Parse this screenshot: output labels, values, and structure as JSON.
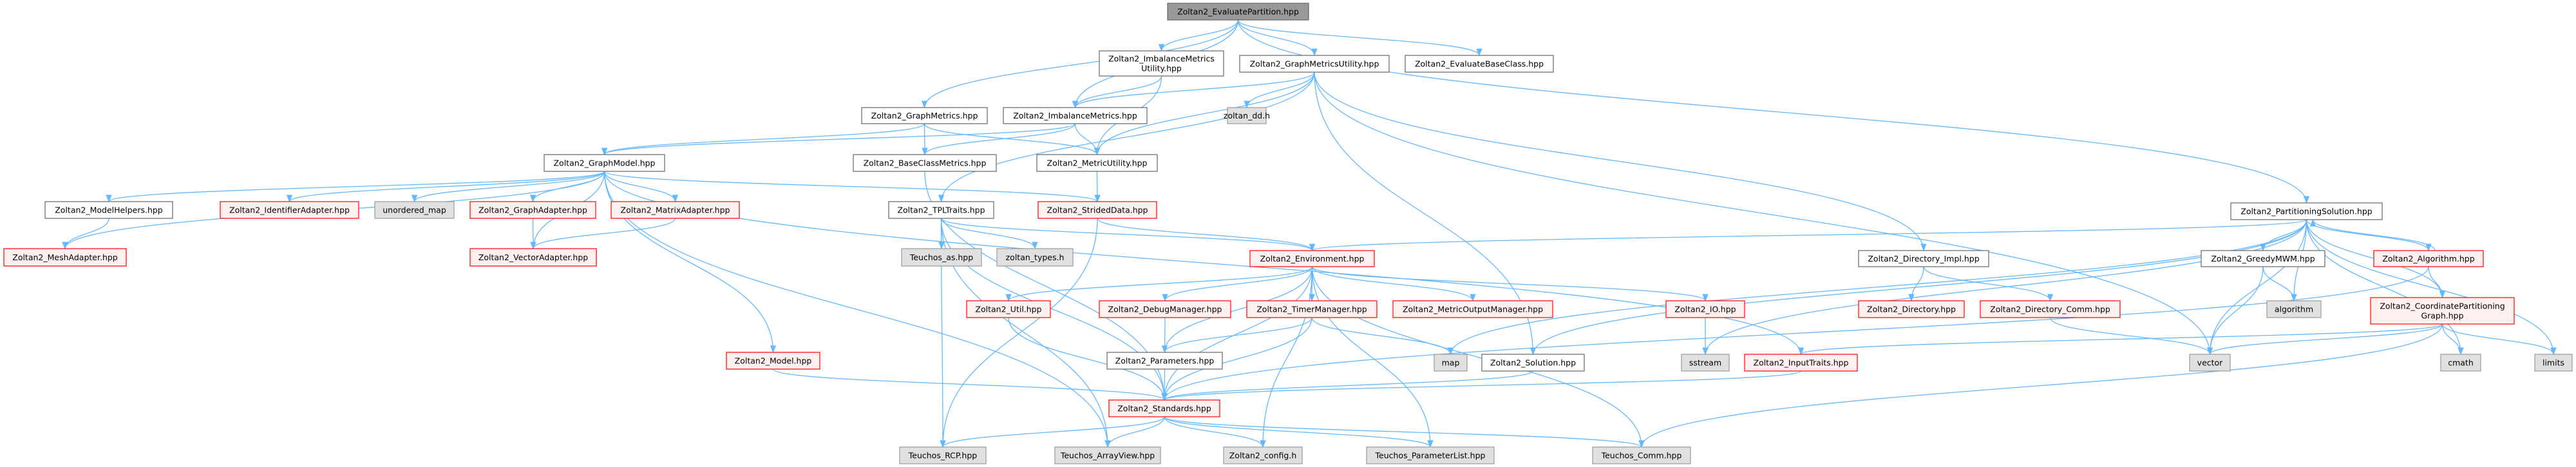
{
  "title": "Zoltan2_EvaluatePartition.hpp",
  "colors": {
    "edge": "#63b8ff",
    "red_border": "#ff0000",
    "gray_fill": "#e0e0e0",
    "root_fill": "#999999"
  },
  "nodes": {
    "root": {
      "label": [
        "Zoltan2_EvaluatePartition.hpp"
      ],
      "kind": "root"
    },
    "imu": {
      "label": [
        "Zoltan2_ImbalanceMetrics",
        "Utility.hpp"
      ],
      "kind": "normal"
    },
    "gmu": {
      "label": [
        "Zoltan2_GraphMetricsUtility.hpp"
      ],
      "kind": "normal"
    },
    "ebc": {
      "label": [
        "Zoltan2_EvaluateBaseClass.hpp"
      ],
      "kind": "normal"
    },
    "gm": {
      "label": [
        "Zoltan2_GraphMetrics.hpp"
      ],
      "kind": "normal"
    },
    "im": {
      "label": [
        "Zoltan2_ImbalanceMetrics.hpp"
      ],
      "kind": "normal"
    },
    "dd": {
      "label": [
        "zoltan_dd.h"
      ],
      "kind": "gray"
    },
    "gmod": {
      "label": [
        "Zoltan2_GraphModel.hpp"
      ],
      "kind": "normal"
    },
    "bcm": {
      "label": [
        "Zoltan2_BaseClassMetrics.hpp"
      ],
      "kind": "normal"
    },
    "mu": {
      "label": [
        "Zoltan2_MetricUtility.hpp"
      ],
      "kind": "normal"
    },
    "ps": {
      "label": [
        "Zoltan2_PartitioningSolution.hpp"
      ],
      "kind": "normal"
    },
    "mh": {
      "label": [
        "Zoltan2_ModelHelpers.hpp"
      ],
      "kind": "normal"
    },
    "ia": {
      "label": [
        "Zoltan2_IdentifierAdapter.hpp"
      ],
      "kind": "red"
    },
    "um": {
      "label": [
        "unordered_map"
      ],
      "kind": "gray"
    },
    "ga": {
      "label": [
        "Zoltan2_GraphAdapter.hpp"
      ],
      "kind": "red"
    },
    "ma": {
      "label": [
        "Zoltan2_MatrixAdapter.hpp"
      ],
      "kind": "red"
    },
    "tpl": {
      "label": [
        "Zoltan2_TPLTraits.hpp"
      ],
      "kind": "normal"
    },
    "sd": {
      "label": [
        "Zoltan2_StridedData.hpp"
      ],
      "kind": "red"
    },
    "mesh": {
      "label": [
        "Zoltan2_MeshAdapter.hpp"
      ],
      "kind": "red"
    },
    "va": {
      "label": [
        "Zoltan2_VectorAdapter.hpp"
      ],
      "kind": "red"
    },
    "tas": {
      "label": [
        "Teuchos_as.hpp"
      ],
      "kind": "gray"
    },
    "zt": {
      "label": [
        "zoltan_types.h"
      ],
      "kind": "gray"
    },
    "env": {
      "label": [
        "Zoltan2_Environment.hpp"
      ],
      "kind": "red"
    },
    "dimpl": {
      "label": [
        "Zoltan2_Directory_Impl.hpp"
      ],
      "kind": "normal"
    },
    "gmwm": {
      "label": [
        "Zoltan2_GreedyMWM.hpp"
      ],
      "kind": "normal"
    },
    "alg": {
      "label": [
        "Zoltan2_Algorithm.hpp"
      ],
      "kind": "red"
    },
    "util": {
      "label": [
        "Zoltan2_Util.hpp"
      ],
      "kind": "red"
    },
    "dbg": {
      "label": [
        "Zoltan2_DebugManager.hpp"
      ],
      "kind": "red"
    },
    "tm": {
      "label": [
        "Zoltan2_TimerManager.hpp"
      ],
      "kind": "red"
    },
    "mom": {
      "label": [
        "Zoltan2_MetricOutputManager.hpp"
      ],
      "kind": "red"
    },
    "io": {
      "label": [
        "Zoltan2_IO.hpp"
      ],
      "kind": "red"
    },
    "dir": {
      "label": [
        "Zoltan2_Directory.hpp"
      ],
      "kind": "red"
    },
    "dcomm": {
      "label": [
        "Zoltan2_Directory_Comm.hpp"
      ],
      "kind": "red"
    },
    "algo": {
      "label": [
        "algorithm"
      ],
      "kind": "gray"
    },
    "cpg": {
      "label": [
        "Zoltan2_CoordinatePartitioning",
        "Graph.hpp"
      ],
      "kind": "red"
    },
    "model": {
      "label": [
        "Zoltan2_Model.hpp"
      ],
      "kind": "red"
    },
    "params": {
      "label": [
        "Zoltan2_Parameters.hpp"
      ],
      "kind": "normal"
    },
    "map": {
      "label": [
        "map"
      ],
      "kind": "gray"
    },
    "sol": {
      "label": [
        "Zoltan2_Solution.hpp"
      ],
      "kind": "normal"
    },
    "ss": {
      "label": [
        "sstream"
      ],
      "kind": "gray"
    },
    "it": {
      "label": [
        "Zoltan2_InputTraits.hpp"
      ],
      "kind": "red"
    },
    "vec": {
      "label": [
        "vector"
      ],
      "kind": "gray"
    },
    "cmath": {
      "label": [
        "cmath"
      ],
      "kind": "gray"
    },
    "limits": {
      "label": [
        "limits"
      ],
      "kind": "gray"
    },
    "std": {
      "label": [
        "Zoltan2_Standards.hpp"
      ],
      "kind": "red"
    },
    "rcp": {
      "label": [
        "Teuchos_RCP.hpp"
      ],
      "kind": "gray"
    },
    "av": {
      "label": [
        "Teuchos_ArrayView.hpp"
      ],
      "kind": "gray"
    },
    "cfg": {
      "label": [
        "Zoltan2_config.h"
      ],
      "kind": "gray"
    },
    "pl": {
      "label": [
        "Teuchos_ParameterList.hpp"
      ],
      "kind": "gray"
    },
    "comm": {
      "label": [
        "Teuchos_Comm.hpp"
      ],
      "kind": "gray"
    }
  },
  "edges": [
    [
      "root",
      "gm"
    ],
    [
      "root",
      "im"
    ],
    [
      "root",
      "imu"
    ],
    [
      "root",
      "gmu"
    ],
    [
      "root",
      "ebc"
    ],
    [
      "root",
      "ps"
    ],
    [
      "imu",
      "im"
    ],
    [
      "imu",
      "mu"
    ],
    [
      "gmu",
      "im"
    ],
    [
      "gmu",
      "dd"
    ],
    [
      "gmu",
      "mu"
    ],
    [
      "gmu",
      "tpl"
    ],
    [
      "gmu",
      "dimpl"
    ],
    [
      "gmu",
      "vec"
    ],
    [
      "gmu",
      "sol"
    ],
    [
      "gm",
      "gmod"
    ],
    [
      "gm",
      "bcm"
    ],
    [
      "gm",
      "mu"
    ],
    [
      "im",
      "gmod"
    ],
    [
      "im",
      "bcm"
    ],
    [
      "im",
      "mu"
    ],
    [
      "gmod",
      "mesh"
    ],
    [
      "gmod",
      "mh"
    ],
    [
      "gmod",
      "ia"
    ],
    [
      "gmod",
      "um"
    ],
    [
      "gmod",
      "ga"
    ],
    [
      "gmod",
      "va"
    ],
    [
      "gmod",
      "ma"
    ],
    [
      "gmod",
      "model"
    ],
    [
      "gmod",
      "sd"
    ],
    [
      "gmod",
      "it"
    ],
    [
      "gmod",
      "av"
    ],
    [
      "mh",
      "mesh"
    ],
    [
      "ga",
      "va"
    ],
    [
      "ma",
      "va"
    ],
    [
      "bcm",
      "std"
    ],
    [
      "mu",
      "sd"
    ],
    [
      "tpl",
      "tas"
    ],
    [
      "tpl",
      "zt"
    ],
    [
      "tpl",
      "env"
    ],
    [
      "tpl",
      "std"
    ],
    [
      "tpl",
      "rcp"
    ],
    [
      "tpl",
      "av"
    ],
    [
      "sd",
      "env"
    ],
    [
      "sd",
      "rcp"
    ],
    [
      "model",
      "std"
    ],
    [
      "env",
      "util"
    ],
    [
      "env",
      "dbg"
    ],
    [
      "env",
      "tm"
    ],
    [
      "env",
      "mom"
    ],
    [
      "env",
      "io"
    ],
    [
      "env",
      "params"
    ],
    [
      "env",
      "std"
    ],
    [
      "env",
      "pl"
    ],
    [
      "env",
      "comm"
    ],
    [
      "env",
      "cfg"
    ],
    [
      "util",
      "std"
    ],
    [
      "dbg",
      "params"
    ],
    [
      "tm",
      "params"
    ],
    [
      "tm",
      "std"
    ],
    [
      "tm",
      "map"
    ],
    [
      "params",
      "std"
    ],
    [
      "io",
      "ss"
    ],
    [
      "std",
      "rcp"
    ],
    [
      "std",
      "av"
    ],
    [
      "std",
      "cfg"
    ],
    [
      "std",
      "pl"
    ],
    [
      "std",
      "comm"
    ],
    [
      "sol",
      "std"
    ],
    [
      "it",
      "std"
    ],
    [
      "dimpl",
      "dir"
    ],
    [
      "dimpl",
      "dcomm"
    ],
    [
      "dcomm",
      "vec"
    ],
    [
      "ps",
      "env"
    ],
    [
      "ps",
      "sol"
    ],
    [
      "ps",
      "ss"
    ],
    [
      "ps",
      "gmwm"
    ],
    [
      "ps",
      "algo"
    ],
    [
      "ps",
      "alg"
    ],
    [
      "ps",
      "cpg"
    ],
    [
      "ps",
      "vec"
    ],
    [
      "ps",
      "cmath"
    ],
    [
      "ps",
      "limits"
    ],
    [
      "ps",
      "map"
    ],
    [
      "gmwm",
      "algo"
    ],
    [
      "gmwm",
      "vec"
    ],
    [
      "alg",
      "ps"
    ],
    [
      "alg",
      "cpg"
    ],
    [
      "alg",
      "std"
    ],
    [
      "cpg",
      "vec"
    ],
    [
      "cpg",
      "cmath"
    ],
    [
      "cpg",
      "limits"
    ],
    [
      "cpg",
      "it"
    ],
    [
      "cpg",
      "comm"
    ]
  ]
}
